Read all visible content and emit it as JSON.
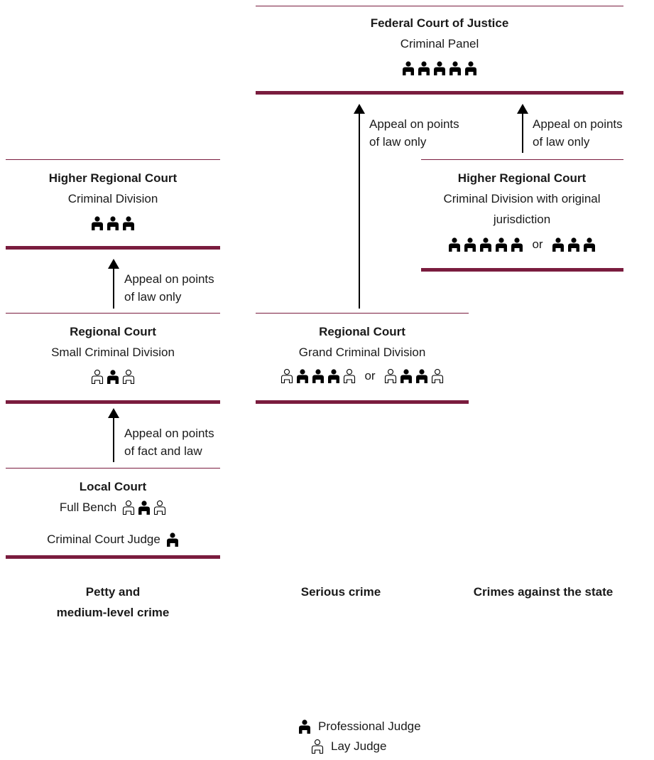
{
  "courts": {
    "federal": {
      "title": "Federal Court of Justice",
      "sub": "Criminal Panel"
    },
    "hrc_left": {
      "title": "Higher Regional Court",
      "sub": "Criminal Division"
    },
    "hrc_right": {
      "title": "Higher Regional Court",
      "sub1": "Criminal Division with original",
      "sub2": "jurisdiction"
    },
    "rc_small": {
      "title": "Regional Court",
      "sub": "Small Criminal Division"
    },
    "rc_grand": {
      "title": "Regional Court",
      "sub": "Grand Criminal Division"
    },
    "local": {
      "title": "Local Court",
      "full_bench": "Full Bench",
      "judge": "Criminal Court Judge"
    }
  },
  "appeals": {
    "law1": "Appeal on points",
    "law2": "of law only",
    "fact1": "Appeal on points",
    "fact2": "of fact and law"
  },
  "or_label": "or",
  "categories": {
    "petty1": "Petty and",
    "petty2": "medium-level crime",
    "serious": "Serious crime",
    "state": "Crimes against the state"
  },
  "legend": {
    "professional": "Professional Judge",
    "lay": "Lay Judge"
  },
  "colors": {
    "accent": "#7a1c3e"
  }
}
